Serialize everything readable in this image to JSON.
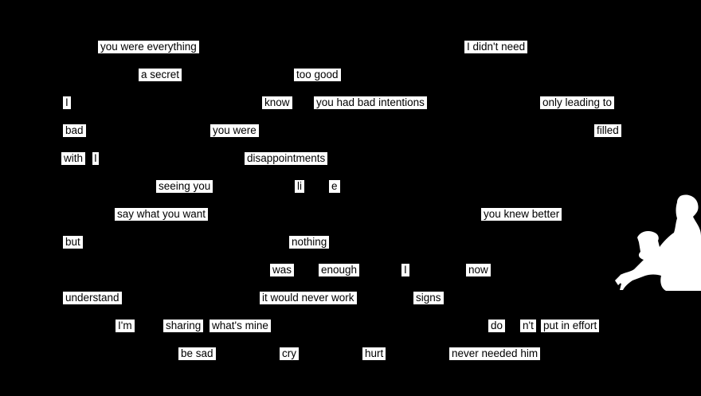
{
  "poem": {
    "row1": {
      "a": "you were everything",
      "b": "I didn't need"
    },
    "row2": {
      "a": "a secret",
      "b": "too good"
    },
    "row3": {
      "a": "I",
      "b": "know",
      "c": "you had bad intentions",
      "d": "only leading to"
    },
    "row4": {
      "a": "bad",
      "b": "you were",
      "c": "filled"
    },
    "row5": {
      "a": "with",
      "b": "I",
      "c": "disappointments"
    },
    "row6": {
      "a": "seeing you",
      "b": "li",
      "c": "e"
    },
    "row7": {
      "a": "say what you want",
      "b": "you knew better"
    },
    "row8": {
      "a": "but",
      "b": "nothing"
    },
    "row9": {
      "a": "was",
      "b": "enough",
      "c": "I",
      "d": "now"
    },
    "row10": {
      "a": "understand",
      "b": "it would never work",
      "c": "signs"
    },
    "row11": {
      "a": "I'm",
      "b": "sharing",
      "c": "what's mine",
      "d": "do",
      "e": "n't",
      "f": "put in effort"
    },
    "row12": {
      "a": "be sad",
      "b": "cry",
      "c": "hurt",
      "d": "never needed him"
    }
  },
  "colors": {
    "background": "#000000",
    "word_box": "#ffffff",
    "text": "#000000"
  },
  "icons": {
    "figure": "sitting-woman-silhouette-icon"
  }
}
